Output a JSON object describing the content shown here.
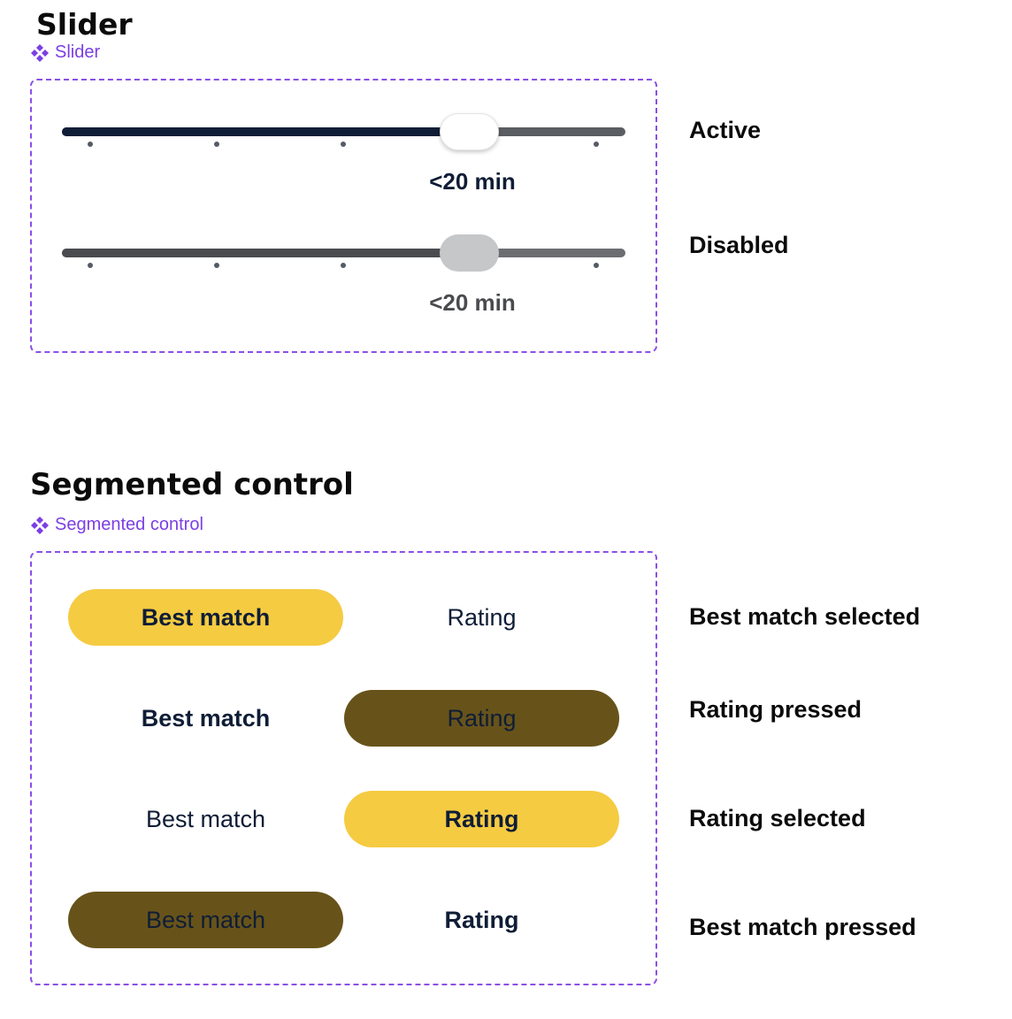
{
  "slider_section": {
    "title": "Slider",
    "component_label": "Slider",
    "component_icon": "component-diamond-icon",
    "ticks": [
      0,
      1,
      2,
      4
    ],
    "tick_count_positions": 5,
    "states": [
      {
        "label": "Active",
        "value_text": "<20 min",
        "value_position": 3,
        "colors": {
          "fill": "#0f1d36",
          "rest": "#5a5d61",
          "thumb": "#ffffff",
          "text": "#0f1d36"
        }
      },
      {
        "label": "Disabled",
        "value_text": "<20 min",
        "value_position": 3,
        "colors": {
          "fill": "#4a4b4e",
          "rest": "#6b6d70",
          "thumb": "#c6c7c9",
          "text": "#4a4b4e"
        }
      }
    ]
  },
  "segmented_section": {
    "title": "Segmented control",
    "component_label": "Segmented control",
    "component_icon": "component-diamond-icon",
    "rows": [
      {
        "state": "Best match selected",
        "left": "Best match",
        "right": "Rating"
      },
      {
        "state": "Rating pressed",
        "left": "Best match",
        "right": "Rating"
      },
      {
        "state": "Rating selected",
        "left": "Best match",
        "right": "Rating"
      },
      {
        "state": "Best match pressed",
        "left": "Best match",
        "right": "Rating"
      }
    ]
  },
  "colors": {
    "accent_purple": "#8a4fe6",
    "selected_yellow": "#f5cb42",
    "pressed_brown": "#67531a",
    "navy_text": "#0f1d36"
  }
}
